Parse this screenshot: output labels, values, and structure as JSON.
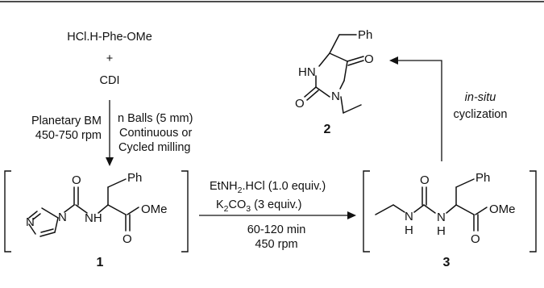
{
  "reagents": {
    "reactant_a": "HCl.H-Phe-OMe",
    "plus": "+",
    "reactant_b": "CDI"
  },
  "milling": {
    "machine": "Planetary BM",
    "speed": "450-750 rpm",
    "balls": "n Balls (5 mm)",
    "mode_line1": "Continuous or",
    "mode_line2": "Cycled milling"
  },
  "reaction": {
    "amine_prefix": "EtNH",
    "amine_sub": "2",
    "amine_suffix": ".HCl (1.0 equiv.)",
    "base_prefix": "K",
    "base_sub1": "2",
    "base_mid": "CO",
    "base_sub2": "3",
    "base_suffix": " (3 equiv.)",
    "time": "60-120 min",
    "speed": "450 rpm"
  },
  "cyclization": {
    "line1": "in-situ",
    "line2": "cyclization"
  },
  "compounds": {
    "c1": "1",
    "c2": "2",
    "c3": "3"
  },
  "atoms": {
    "ph": "Ph",
    "o": "O",
    "n": "N",
    "nh": "NH",
    "hn": "HN",
    "h": "H",
    "ome": "OMe"
  }
}
